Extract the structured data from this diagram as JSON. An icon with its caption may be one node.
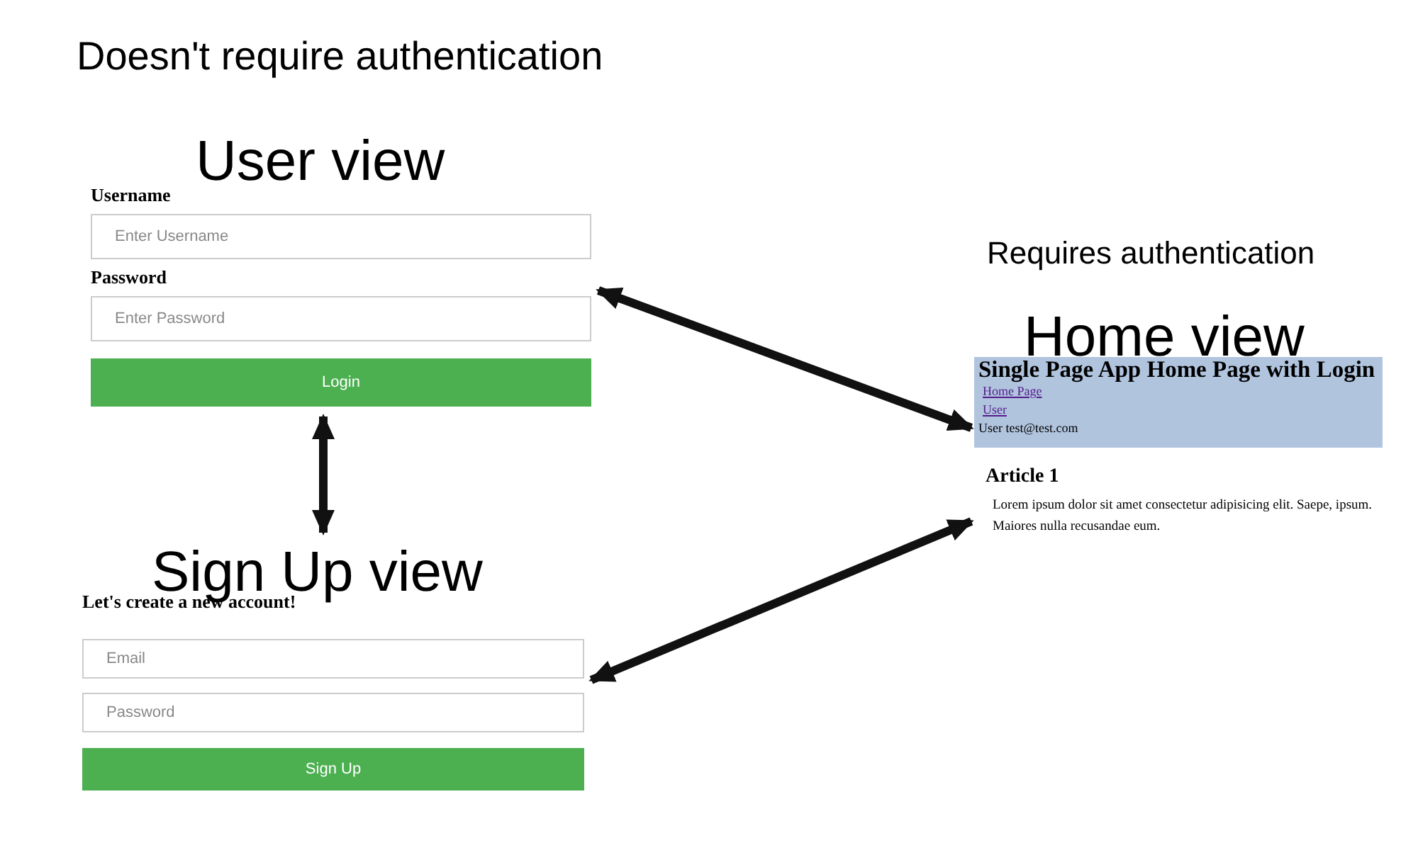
{
  "diagram": {
    "nodes": [
      {
        "text": [
          "User view"
        ]
      },
      {
        "text": [
          "Enter Username"
        ],
        "in": 0
      },
      {
        "text": [
          "Enter Password"
        ],
        "in": 0
      },
      {
        "text": [
          "Login"
        ],
        "in": 0
      },
      {
        "text": [
          "Sign Up view"
        ]
      },
      {
        "text": [
          "Email"
        ],
        "in": 4
      },
      {
        "text": [
          "Password"
        ],
        "in": 4
      },
      {
        "text": [
          "Sign Up"
        ],
        "in": 4
      },
      {
        "text": [
          "Home view"
        ]
      },
      {
        "text": [
          "Single Page App Home Page with Login",
          "Home Page",
          "User",
          "User test@test.com"
        ],
        "in": 8
      }
    ],
    "edges": [
      {
        "from": 0,
        "to": 8,
        "arrow": "both"
      },
      {
        "from": 0,
        "to": 4,
        "arrow": "both"
      },
      {
        "from": 4,
        "to": 8,
        "arrow": "both"
      }
    ],
    "labels": [
      "Doesn't require authentication",
      "Requires authentication",
      "Username",
      "Password",
      "Let's create a new account!",
      "Article 1",
      "Lorem ipsum dolor sit amet consectetur adipisicing elit. Saepe, ipsum. Maiores nulla recusandae eum."
    ]
  }
}
